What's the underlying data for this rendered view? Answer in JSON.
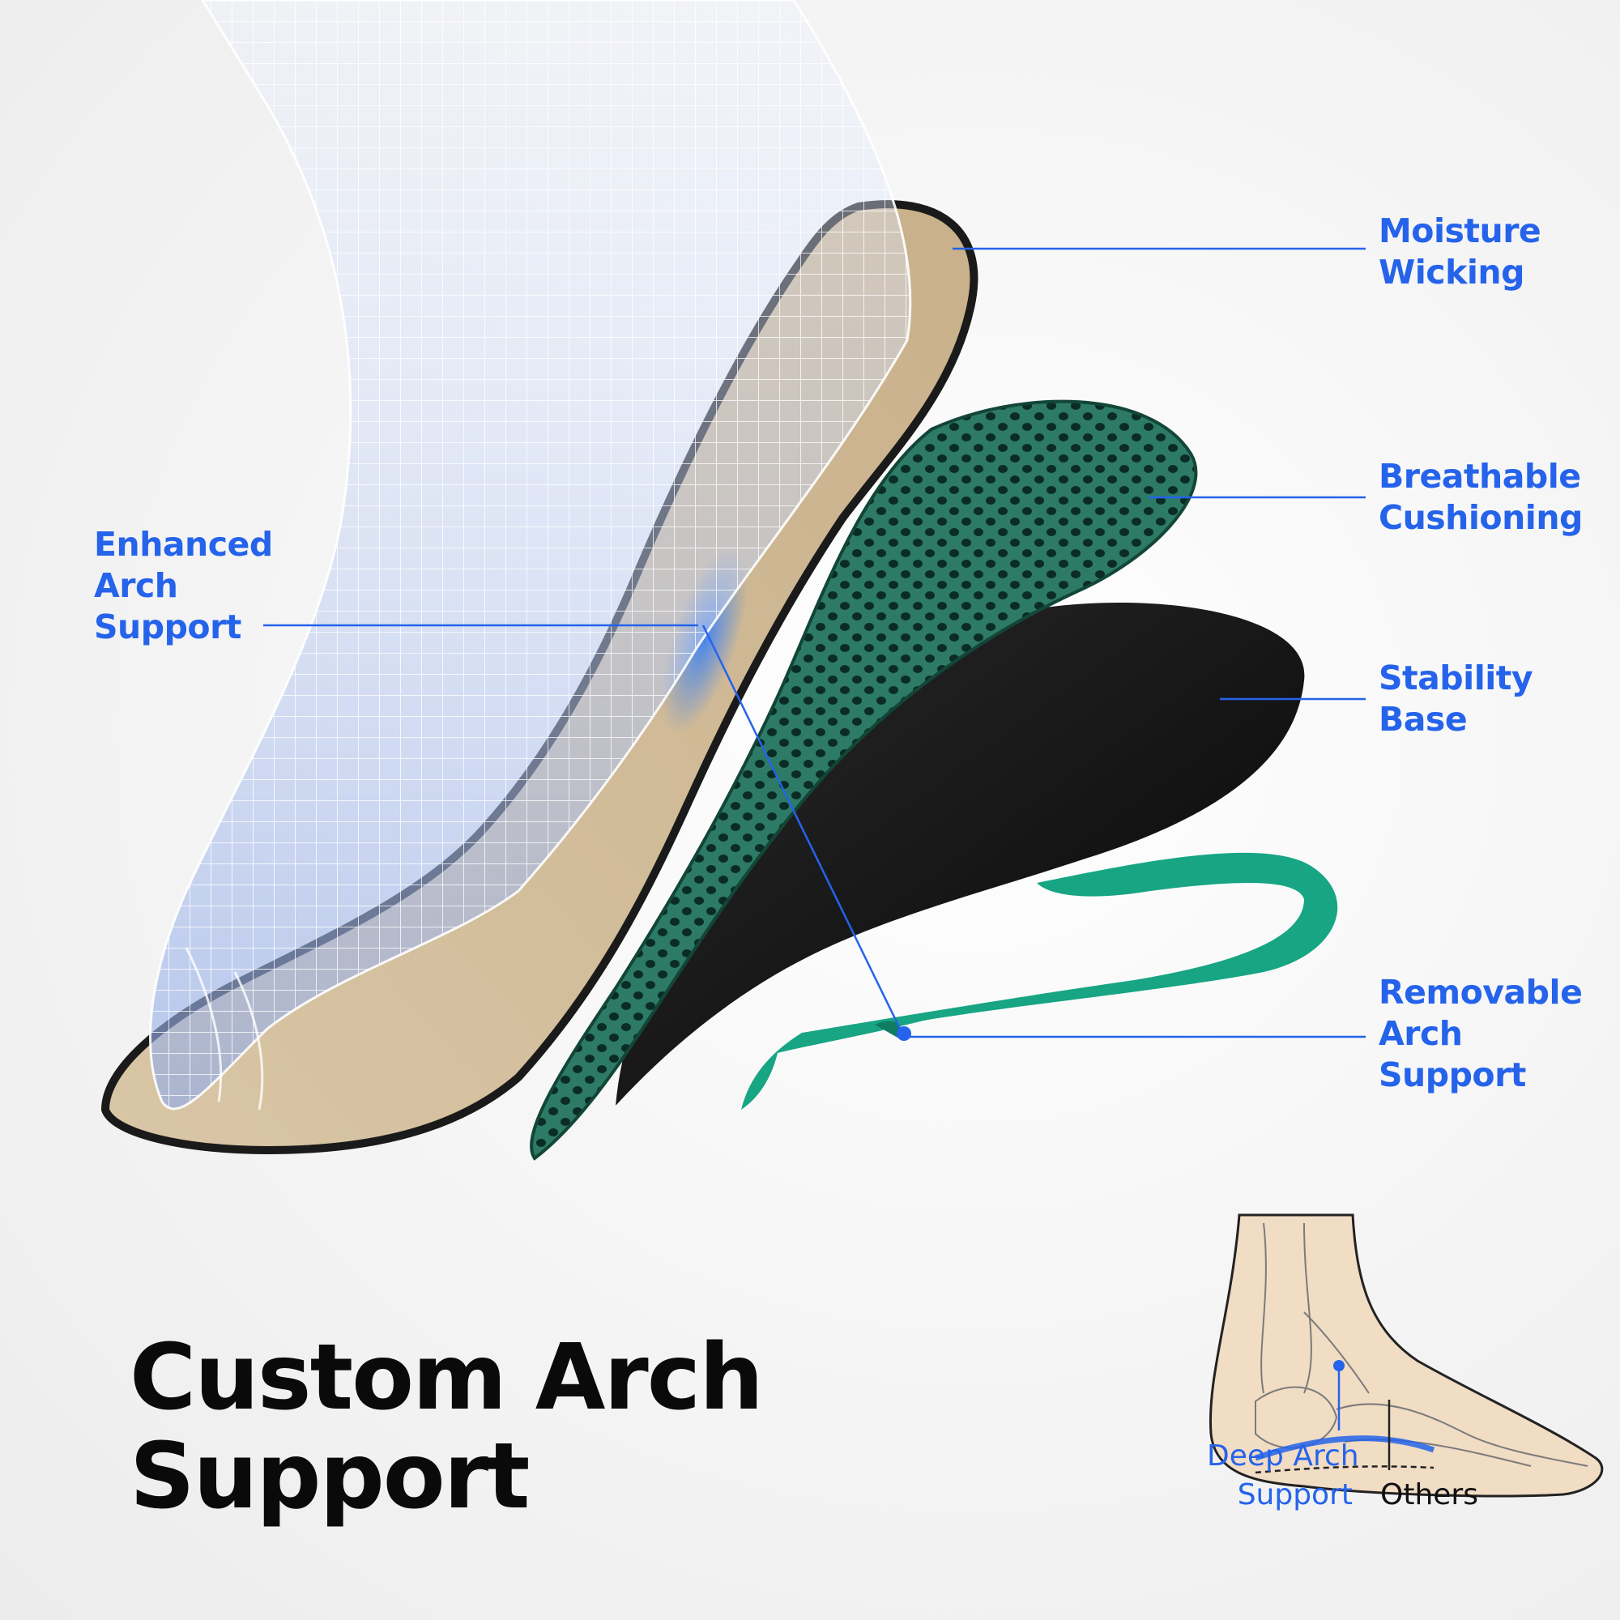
{
  "callouts": {
    "moisture": [
      "Moisture",
      "Wicking"
    ],
    "breathable": [
      "Breathable",
      "Cushioning"
    ],
    "stability": [
      "Stability",
      "Base"
    ],
    "removable": [
      "Removable",
      "Arch",
      "Support"
    ],
    "enhanced": [
      "Enhanced",
      "Arch",
      "Support"
    ]
  },
  "headline": [
    "Custom Arch",
    "Support"
  ],
  "inset": {
    "deep_arch": [
      "Deep Arch",
      "Support"
    ],
    "others": "Others"
  },
  "colors": {
    "accent": "#2563eb",
    "headline": "#0a0a0a",
    "top_layer": "#d2bc98",
    "mesh_layer": "#1f5a4b",
    "base_layer": "#141414",
    "arch_insert": "#17a583",
    "inset_foot": "#f1dcc4"
  }
}
